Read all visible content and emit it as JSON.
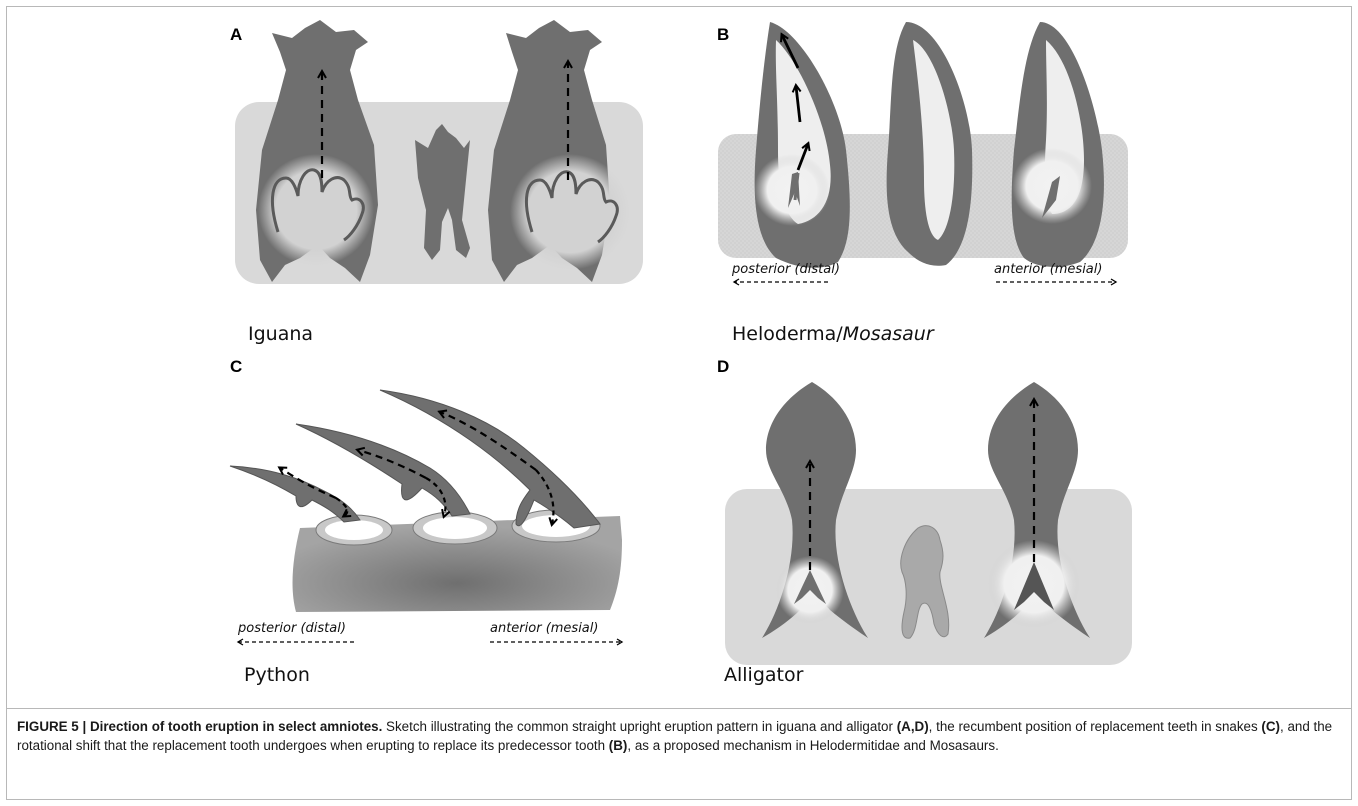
{
  "panels": {
    "a": {
      "letter": "A",
      "species": "Iguana"
    },
    "b": {
      "letter": "B",
      "species_plain": "Heloderma/",
      "species_italic": "Mosasaur",
      "posterior_label": "posterior (distal)",
      "anterior_label": "anterior (mesial)"
    },
    "c": {
      "letter": "C",
      "species": "Python",
      "posterior_label": "posterior (distal)",
      "anterior_label": "anterior (mesial)"
    },
    "d": {
      "letter": "D",
      "species": "Alligator"
    }
  },
  "caption": {
    "lead": "FIGURE 5 | Direction of tooth eruption in select amniotes.",
    "t1": " Sketch illustrating the common straight upright eruption pattern in iguana and alligator ",
    "r1": "(A,D)",
    "t2": ", the recumbent position of replacement teeth in snakes ",
    "r2": "(C)",
    "t3": ", and the rotational shift that the replacement tooth undergoes when erupting to replace its predecessor tooth ",
    "r3": "(B)",
    "t4": ", as a proposed mechanism in Helodermitidae and Mosasaurs."
  },
  "colors": {
    "tooth": "#6f6f6f",
    "tooth_light": "#a9a9a9",
    "bone": "#d9d9d9",
    "pulp": "#eeeeee"
  }
}
